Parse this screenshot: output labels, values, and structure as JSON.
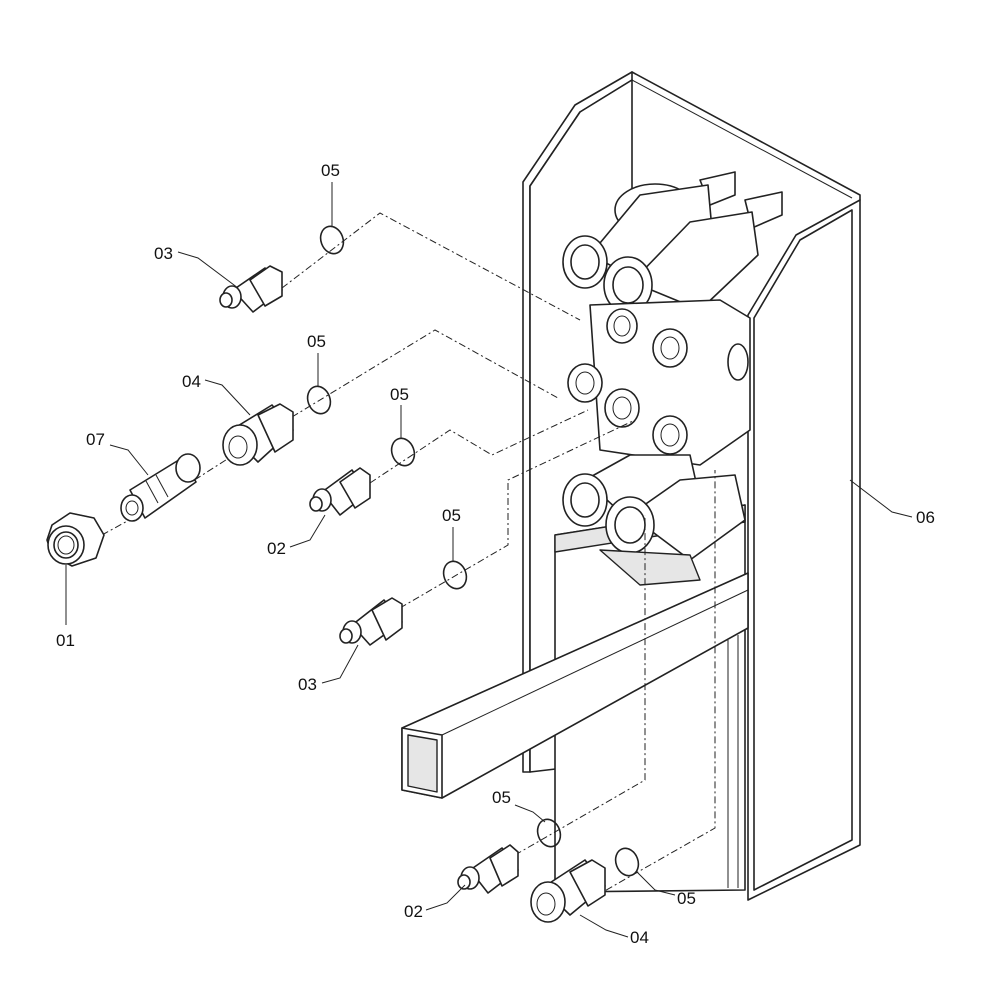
{
  "callouts": {
    "c01": "01",
    "c02a": "02",
    "c02b": "02",
    "c03a": "03",
    "c03b": "03",
    "c04a": "04",
    "c04b": "04",
    "c05a": "05",
    "c05b": "05",
    "c05c": "05",
    "c05d": "05",
    "c05e": "05",
    "c05f": "05",
    "c06": "06",
    "c07": "07"
  }
}
